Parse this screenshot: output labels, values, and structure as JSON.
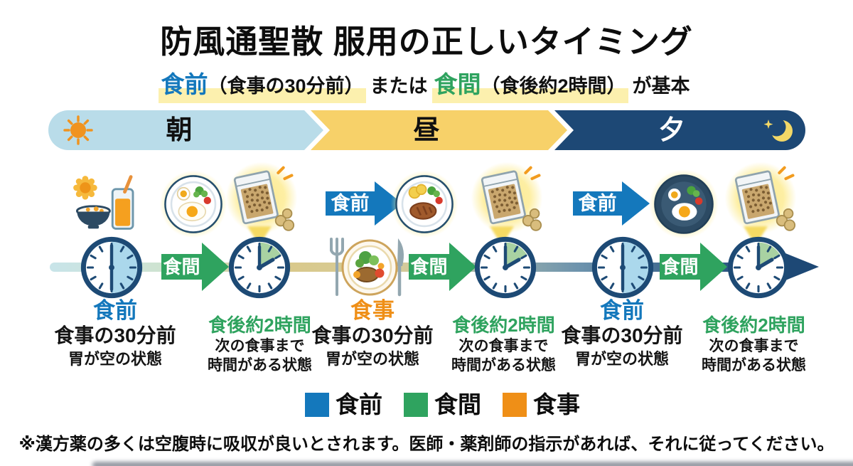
{
  "header": {
    "title": "防風通聖散 服用の正しいタイミング",
    "subtitle": {
      "before_word": "食前",
      "before_note": "（食事の30分前）",
      "or_text": "または",
      "between_word": "食間",
      "between_note": "（食後約2時間）",
      "suffix": "が基本"
    }
  },
  "timeband": {
    "morning": "朝",
    "noon": "昼",
    "evening": "夕"
  },
  "arrows": {
    "before_meal": "食前",
    "between_meals": "食間"
  },
  "timing_columns": [
    {
      "title": "食前",
      "sub1": "食事の30分前",
      "sub2": "胃が空の状態"
    },
    {
      "title": "食後約2時間",
      "sub1": "次の食事まで",
      "sub2": "時間がある状態"
    },
    {
      "title": "食事",
      "sub1": "食事の30分前",
      "sub2": "胃が空の状態"
    },
    {
      "title": "食後約2時間",
      "sub1": "次の食事まで",
      "sub2": "時間がある状態"
    },
    {
      "title": "食前",
      "sub1": "食事の30分前",
      "sub2": "胃が空の状態"
    },
    {
      "title": "食後約2時間",
      "sub1": "次の食事まで",
      "sub2": "時間がある状態"
    }
  ],
  "legend": [
    {
      "label": "食前",
      "color": "#1478bc"
    },
    {
      "label": "食間",
      "color": "#2fa35f"
    },
    {
      "label": "食事",
      "color": "#ef8f17"
    }
  ],
  "footnote": "※漢方薬の多くは空腹時に吸収が良いとされます。医師・薬剤師の指示があれば、それに従ってください。",
  "icons": {
    "sun": "orange sun with rays",
    "moon": "yellow crescent with sparkle",
    "breakfast-set": "sun ornament, rice bowl, orange juice",
    "meal-plate": "plate with fried egg, boiled egg, broccoli, tomato",
    "steak-plate": "plate with steak, lemon, broccoli, tomato",
    "dinner-plate": "dark plate with eggs and vegetables",
    "medicine-packet": "granule medicine pouch with tablets and sparkle",
    "clock-before-meal": "clock with blue half, hands at 12 and 6",
    "clock-after-2h": "clock at 2 o'clock with green wedge",
    "lunch-set": "fork, lunch plate, knife"
  },
  "colors": {
    "accent_blue": "#1478bc",
    "accent_green": "#2fa35f",
    "accent_orange": "#ef8f17",
    "band_morning": "#b9dce9",
    "band_noon": "#f7d169",
    "band_evening": "#1d4875",
    "highlight_yellow": "#fcf0ae",
    "glow_yellow": "#fde98e"
  }
}
